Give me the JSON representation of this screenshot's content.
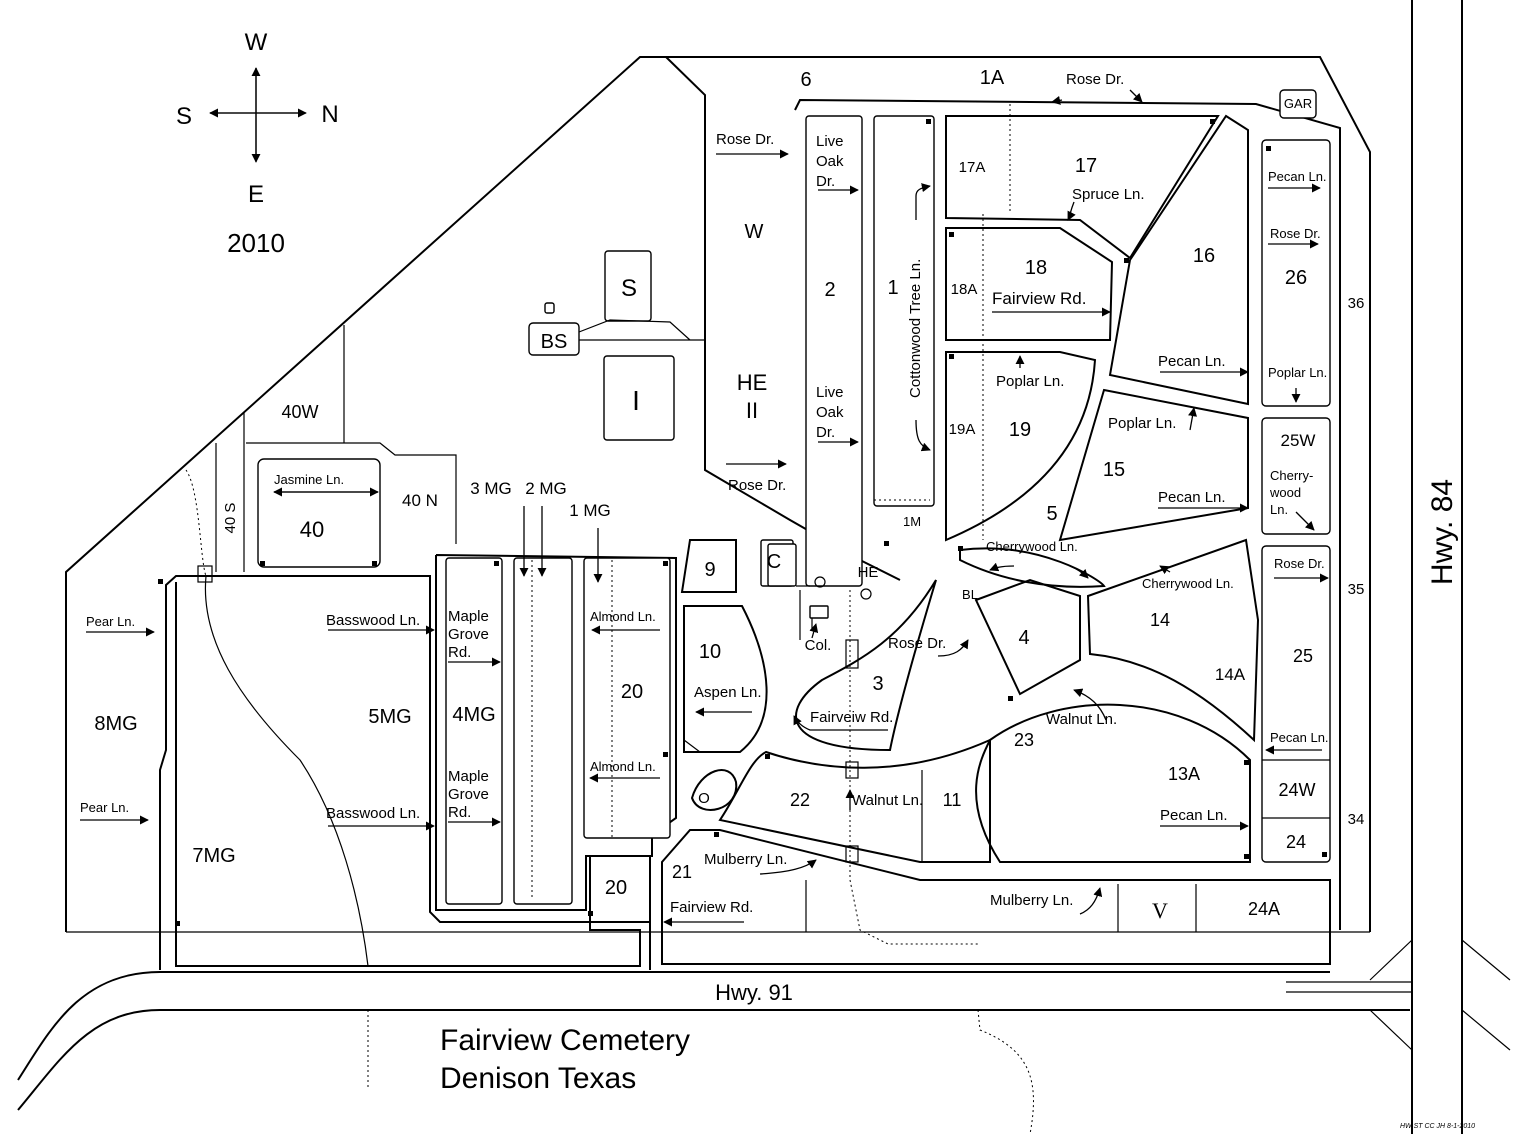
{
  "map": {
    "year": "2010",
    "compass": {
      "north": "N",
      "south": "S",
      "east": "E",
      "west": "W"
    },
    "title_line1": "Fairview Cemetery",
    "title_line2": "Denison Texas",
    "credit": "HW ST CC JH 8-1-2010",
    "highways": {
      "hwy91": "Hwy. 91",
      "hwy84": "Hwy. 84"
    },
    "sections": {
      "s6": "6",
      "s1A": "1A",
      "gar": "GAR",
      "s17A": "17A",
      "s17": "17",
      "s16": "16",
      "s26": "26",
      "s36": "36",
      "sW": "W",
      "s2": "2",
      "s1": "1",
      "s18A": "18A",
      "s18": "18",
      "sS": "S",
      "sBS": "BS",
      "sI": "I",
      "sHE2a": "HE",
      "sHE2b": "II",
      "s19A": "19A",
      "s19": "19",
      "s15": "15",
      "s25W": "25W",
      "s40W": "40W",
      "s40S": "40 S",
      "s40": "40",
      "s40N": "40 N",
      "s3MG": "3 MG",
      "s2MG": "2 MG",
      "s1MG": "1 MG",
      "s1M": "1M",
      "s5": "5",
      "s9": "9",
      "sC": "C",
      "sHE": "HE",
      "sBL": "BL",
      "s35": "35",
      "s8MG": "8MG",
      "s5MG": "5MG",
      "s4MG": "4MG",
      "s20a": "20",
      "s10": "10",
      "sCol": "Col.",
      "s3": "3",
      "s4": "4",
      "s14": "14",
      "s14A": "14A",
      "s25": "25",
      "s23": "23",
      "s13A": "13A",
      "s24W": "24W",
      "s24": "24",
      "s34": "34",
      "s7MG": "7MG",
      "s22": "22",
      "s11": "11",
      "s21": "21",
      "s20b": "20",
      "sV": "V",
      "s24A": "24A",
      "sO": "O"
    },
    "streets": {
      "roseDr1": "Rose Dr.",
      "roseDr2": "Rose Dr.",
      "roseDr3": "Rose Dr.",
      "roseDr4": "Rose Dr.",
      "roseDr5": "Rose Dr.",
      "roseDr6": "Rose Dr.",
      "liveOak1a": "Live",
      "liveOak1b": "Oak",
      "liveOak1c": "Dr.",
      "liveOak2a": "Live",
      "liveOak2b": "Oak",
      "liveOak2c": "Dr.",
      "cottonwood": "Cottonwood Tree Ln.",
      "spruce": "Spruce Ln.",
      "fairviewRd1": "Fairview Rd.",
      "fairviewRd2": "Fairview Rd.",
      "fairveiwRd": "Fairveiw Rd.",
      "pecan1": "Pecan Ln.",
      "pecan2": "Pecan Ln.",
      "pecan3": "Pecan Ln.",
      "pecan4": "Pecan Ln.",
      "pecan5": "Pecan Ln.",
      "poplar1": "Poplar Ln.",
      "poplar2": "Poplar Ln.",
      "poplar3": "Poplar Ln.",
      "cherrywood1": "Cherrywood Ln.",
      "cherrywood2": "Cherrywood Ln.",
      "cherrywood3a": "Cherry-",
      "cherrywood3b": "wood",
      "cherrywood3c": "Ln.",
      "jasmine": "Jasmine Ln.",
      "pear1": "Pear Ln.",
      "pear2": "Pear Ln.",
      "basswood1": "Basswood Ln.",
      "basswood2": "Basswood Ln.",
      "maple1a": "Maple",
      "maple1b": "Grove",
      "maple1c": "Rd.",
      "maple2a": "Maple",
      "maple2b": "Grove",
      "maple2c": "Rd.",
      "almond1": "Almond Ln.",
      "almond2": "Almond Ln.",
      "aspen": "Aspen Ln.",
      "walnut1": "Walnut Ln.",
      "walnut2": "Walnut Ln.",
      "mulberry1": "Mulberry Ln.",
      "mulberry2": "Mulberry Ln."
    }
  }
}
